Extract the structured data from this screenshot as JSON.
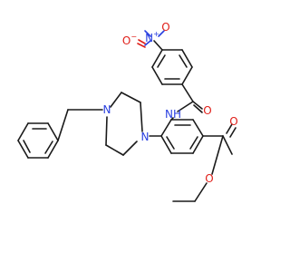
{
  "atoms": {
    "nitro_o_minus": {
      "symbol": "O",
      "charge": "−",
      "color": "#e0201a"
    },
    "nitro_n_plus": {
      "symbol": "N",
      "charge": "+",
      "color": "#2a40e0"
    },
    "nitro_o_double": {
      "symbol": "O",
      "charge": "",
      "color": "#e0201a"
    },
    "amide_n": {
      "symbol": "NH",
      "charge": "",
      "color": "#2a40e0"
    },
    "amide_o": {
      "symbol": "O",
      "charge": "",
      "color": "#e0201a"
    },
    "piperazine_n_top": {
      "symbol": "N",
      "charge": "",
      "color": "#2a40e0"
    },
    "piperazine_n_bottom": {
      "symbol": "N",
      "charge": "",
      "color": "#2a40e0"
    },
    "ester_o_double": {
      "symbol": "O",
      "charge": "",
      "color": "#e0201a"
    },
    "ester_o_single": {
      "symbol": "O",
      "charge": "",
      "color": "#e0201a"
    }
  },
  "colors": {
    "bond": "#1a1a1a",
    "oxygen": "#e0201a",
    "nitrogen": "#2a40e0",
    "background": "#ffffff"
  }
}
